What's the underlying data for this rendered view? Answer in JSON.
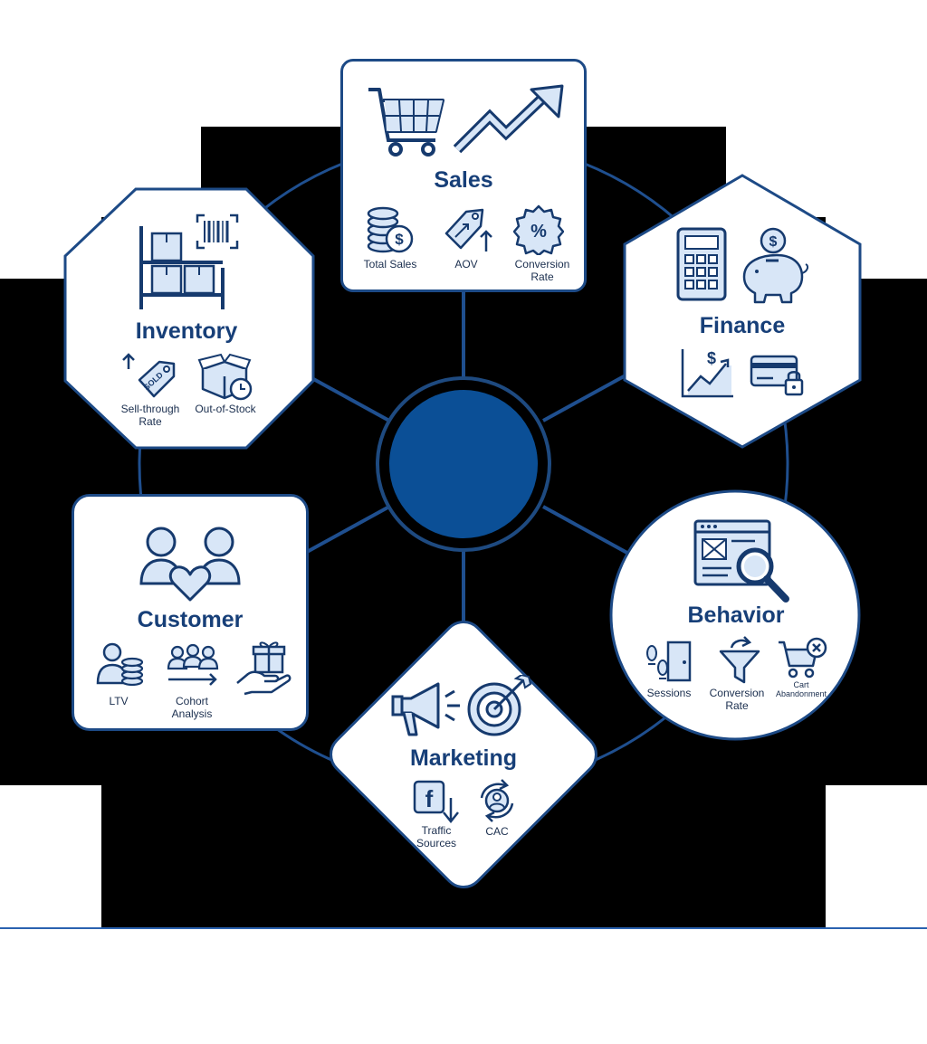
{
  "colors": {
    "navy": "#1d4a86",
    "hub": "#0b4f96",
    "fill_light": "#d8e6f7",
    "background": "#000000",
    "footer_rule": "#2a62b0"
  },
  "hub": {
    "label": ""
  },
  "sales": {
    "title": "Sales",
    "icons": [
      "shopping-cart-icon",
      "trend-up-arrow-icon"
    ],
    "metrics": [
      "Total Sales",
      "AOV",
      "Conversion Rate"
    ]
  },
  "finance": {
    "title": "Finance",
    "icons": [
      "calculator-icon",
      "piggy-bank-icon",
      "dollar-chart-icon",
      "secure-card-icon"
    ]
  },
  "inventory": {
    "title": "Inventory",
    "icons": [
      "warehouse-shelf-icon",
      "barcode-icon"
    ],
    "metrics": [
      "Sell-through Rate",
      "Out-of-Stock"
    ]
  },
  "customer": {
    "title": "Customer",
    "icons": [
      "customers-heart-icon",
      "gift-hand-icon"
    ],
    "metrics": [
      "LTV",
      "Cohort Analysis"
    ]
  },
  "behavior": {
    "title": "Behavior",
    "icons": [
      "webpage-search-icon"
    ],
    "metrics": [
      "Sessions",
      "Conversion Rate",
      "Cart Abandonment"
    ]
  },
  "marketing": {
    "title": "Marketing",
    "icons": [
      "megaphone-icon",
      "target-icon"
    ],
    "metrics": [
      "Traffic Sources",
      "CAC"
    ]
  }
}
